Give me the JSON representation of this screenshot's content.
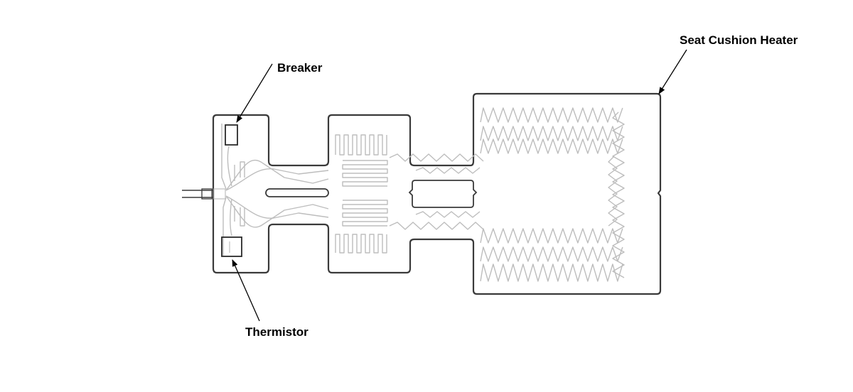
{
  "labels": {
    "seat_cushion_heater": "Seat Cushion Heater",
    "breaker": "Breaker",
    "thermistor": "Thermistor"
  },
  "colors": {
    "outline": "#3a3a3a",
    "wire": "#bdbdbd",
    "text": "#000000",
    "background": "#ffffff"
  }
}
